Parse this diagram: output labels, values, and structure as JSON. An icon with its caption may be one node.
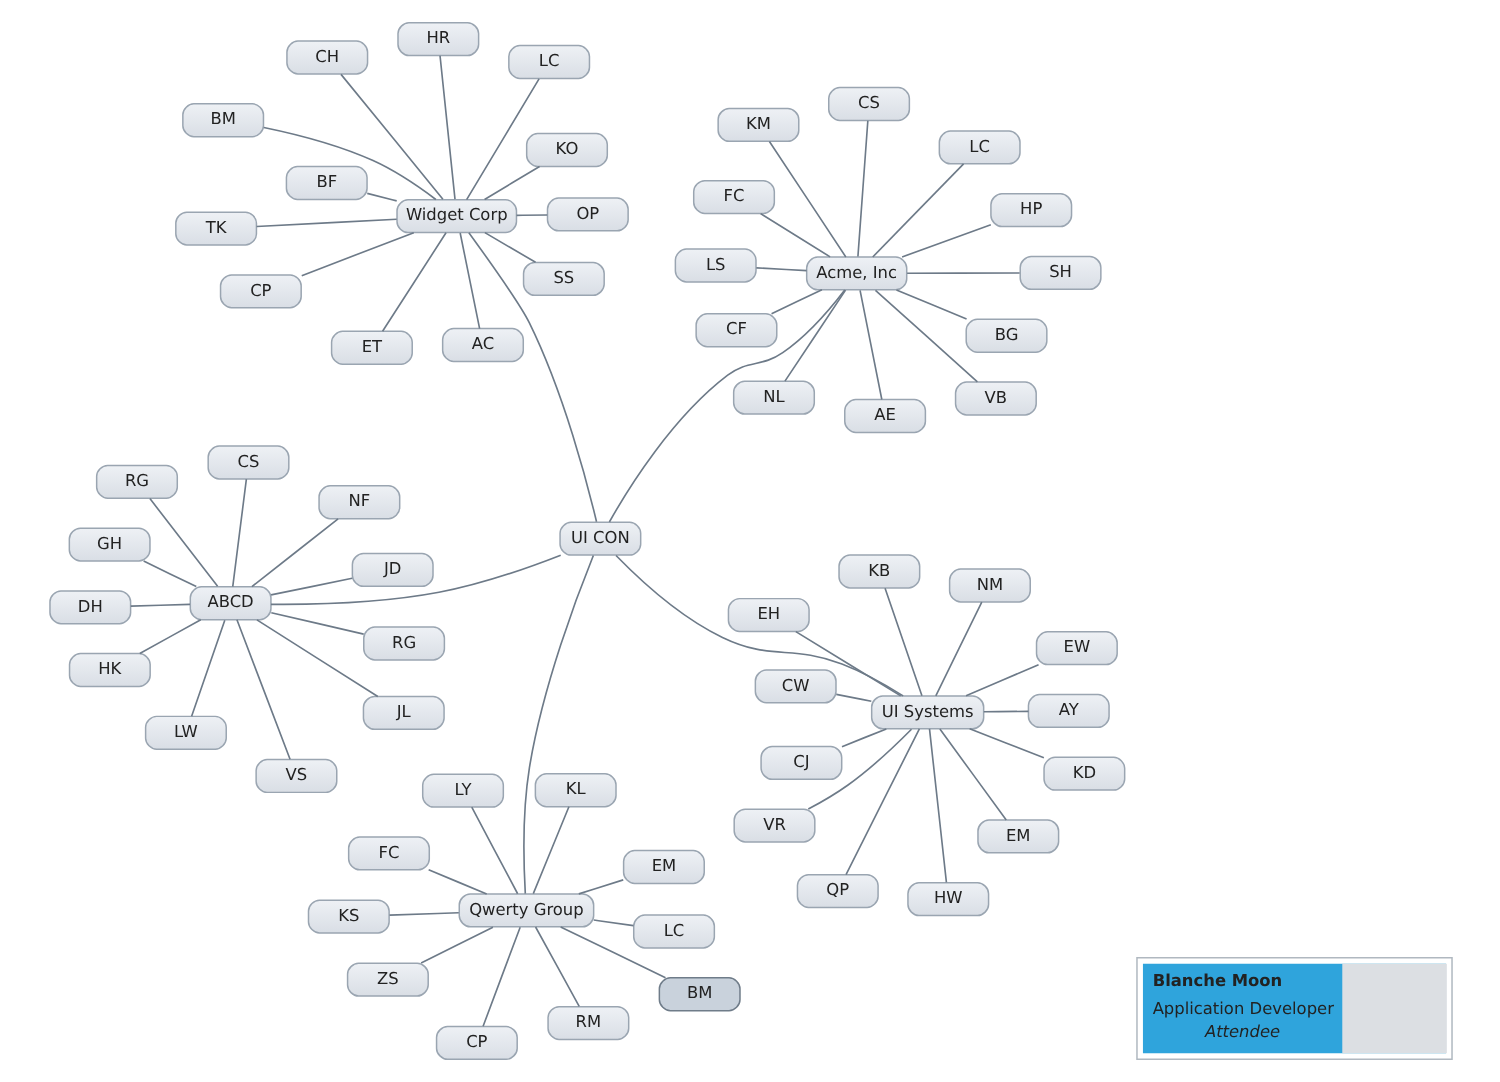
{
  "diagram": {
    "nodes": [
      {
        "text": [
          "Qwerty Group"
        ]
      },
      {
        "text": [
          "EM"
        ]
      },
      {
        "text": [
          "CP"
        ]
      },
      {
        "text": [
          "LY"
        ]
      },
      {
        "text": [
          "KL"
        ]
      },
      {
        "text": [
          "FC"
        ]
      },
      {
        "text": [
          "KS"
        ]
      },
      {
        "text": [
          "LC"
        ]
      },
      {
        "text": [
          "ZS"
        ]
      },
      {
        "text": [
          "BM"
        ]
      },
      {
        "text": [
          "RM"
        ]
      },
      {
        "text": [
          "Blanche Moon",
          "Application Developer",
          "Attendee"
        ]
      },
      {
        "text": [
          "ABCD"
        ]
      },
      {
        "text": [
          "RG"
        ]
      },
      {
        "text": [
          "JD"
        ]
      },
      {
        "text": [
          "CS"
        ]
      },
      {
        "text": [
          "VS"
        ]
      },
      {
        "text": [
          "JL"
        ]
      },
      {
        "text": [
          "RG"
        ]
      },
      {
        "text": [
          "DH"
        ]
      },
      {
        "text": [
          "GH"
        ]
      },
      {
        "text": [
          "LW"
        ]
      },
      {
        "text": [
          "HK"
        ]
      },
      {
        "text": [
          "NF"
        ]
      },
      {
        "text": [
          "UI CON"
        ]
      },
      {
        "text": [
          "UI Systems"
        ]
      },
      {
        "text": [
          "HW"
        ]
      },
      {
        "text": [
          "EW"
        ]
      },
      {
        "text": [
          "CW"
        ]
      },
      {
        "text": [
          "QP"
        ]
      },
      {
        "text": [
          "KD"
        ]
      },
      {
        "text": [
          "KB"
        ]
      },
      {
        "text": [
          "AY"
        ]
      },
      {
        "text": [
          "VR"
        ]
      },
      {
        "text": [
          "EH"
        ]
      },
      {
        "text": [
          "NM"
        ]
      },
      {
        "text": [
          "EM"
        ]
      },
      {
        "text": [
          "CJ"
        ]
      },
      {
        "text": [
          "Acme, Inc"
        ]
      },
      {
        "text": [
          "FC"
        ]
      },
      {
        "text": [
          "LS"
        ]
      },
      {
        "text": [
          "CS"
        ]
      },
      {
        "text": [
          "KM"
        ]
      },
      {
        "text": [
          "CF"
        ]
      },
      {
        "text": [
          "LC"
        ]
      },
      {
        "text": [
          "BG"
        ]
      },
      {
        "text": [
          "NL"
        ]
      },
      {
        "text": [
          "VB"
        ]
      },
      {
        "text": [
          "AE"
        ]
      },
      {
        "text": [
          "HP"
        ]
      },
      {
        "text": [
          "SH"
        ]
      },
      {
        "text": [
          "Widget Corp"
        ]
      },
      {
        "text": [
          "OP"
        ]
      },
      {
        "text": [
          "LC"
        ]
      },
      {
        "text": [
          "HR"
        ]
      },
      {
        "text": [
          "KO"
        ]
      },
      {
        "text": [
          "AC"
        ]
      },
      {
        "text": [
          "ET"
        ]
      },
      {
        "text": [
          "BM"
        ]
      },
      {
        "text": [
          "SS"
        ]
      },
      {
        "text": [
          "TK"
        ]
      },
      {
        "text": [
          "BF"
        ]
      },
      {
        "text": [
          "CH"
        ]
      },
      {
        "text": [
          "CP"
        ]
      }
    ],
    "edges": [
      {
        "from": 24,
        "to": 0,
        "arrow": "none"
      },
      {
        "from": 24,
        "to": 12,
        "arrow": "none"
      },
      {
        "from": 24,
        "to": 25,
        "arrow": "none"
      },
      {
        "from": 24,
        "to": 38,
        "arrow": "none"
      },
      {
        "from": 24,
        "to": 51,
        "arrow": "none"
      },
      {
        "from": 0,
        "to": 1,
        "arrow": "none"
      },
      {
        "from": 0,
        "to": 2,
        "arrow": "none"
      },
      {
        "from": 0,
        "to": 3,
        "arrow": "none"
      },
      {
        "from": 0,
        "to": 4,
        "arrow": "none"
      },
      {
        "from": 0,
        "to": 5,
        "arrow": "none"
      },
      {
        "from": 0,
        "to": 6,
        "arrow": "none"
      },
      {
        "from": 0,
        "to": 7,
        "arrow": "none"
      },
      {
        "from": 0,
        "to": 8,
        "arrow": "none"
      },
      {
        "from": 0,
        "to": 9,
        "arrow": "none"
      },
      {
        "from": 0,
        "to": 10,
        "arrow": "none"
      },
      {
        "from": 12,
        "to": 13,
        "arrow": "none"
      },
      {
        "from": 12,
        "to": 14,
        "arrow": "none"
      },
      {
        "from": 12,
        "to": 15,
        "arrow": "none"
      },
      {
        "from": 12,
        "to": 16,
        "arrow": "none"
      },
      {
        "from": 12,
        "to": 17,
        "arrow": "none"
      },
      {
        "from": 12,
        "to": 18,
        "arrow": "none"
      },
      {
        "from": 12,
        "to": 19,
        "arrow": "none"
      },
      {
        "from": 12,
        "to": 20,
        "arrow": "none"
      },
      {
        "from": 12,
        "to": 21,
        "arrow": "none"
      },
      {
        "from": 12,
        "to": 22,
        "arrow": "none"
      },
      {
        "from": 12,
        "to": 23,
        "arrow": "none"
      },
      {
        "from": 25,
        "to": 26,
        "arrow": "none"
      },
      {
        "from": 25,
        "to": 27,
        "arrow": "none"
      },
      {
        "from": 25,
        "to": 28,
        "arrow": "none"
      },
      {
        "from": 25,
        "to": 29,
        "arrow": "none"
      },
      {
        "from": 25,
        "to": 30,
        "arrow": "none"
      },
      {
        "from": 25,
        "to": 31,
        "arrow": "none"
      },
      {
        "from": 25,
        "to": 32,
        "arrow": "none"
      },
      {
        "from": 25,
        "to": 33,
        "arrow": "none"
      },
      {
        "from": 25,
        "to": 34,
        "arrow": "none"
      },
      {
        "from": 25,
        "to": 35,
        "arrow": "none"
      },
      {
        "from": 25,
        "to": 36,
        "arrow": "none"
      },
      {
        "from": 25,
        "to": 37,
        "arrow": "none"
      },
      {
        "from": 38,
        "to": 39,
        "arrow": "none"
      },
      {
        "from": 38,
        "to": 40,
        "arrow": "none"
      },
      {
        "from": 38,
        "to": 41,
        "arrow": "none"
      },
      {
        "from": 38,
        "to": 42,
        "arrow": "none"
      },
      {
        "from": 38,
        "to": 43,
        "arrow": "none"
      },
      {
        "from": 38,
        "to": 44,
        "arrow": "none"
      },
      {
        "from": 38,
        "to": 45,
        "arrow": "none"
      },
      {
        "from": 38,
        "to": 46,
        "arrow": "none"
      },
      {
        "from": 38,
        "to": 47,
        "arrow": "none"
      },
      {
        "from": 38,
        "to": 48,
        "arrow": "none"
      },
      {
        "from": 38,
        "to": 49,
        "arrow": "none"
      },
      {
        "from": 38,
        "to": 50,
        "arrow": "none"
      },
      {
        "from": 51,
        "to": 52,
        "arrow": "none"
      },
      {
        "from": 51,
        "to": 53,
        "arrow": "none"
      },
      {
        "from": 51,
        "to": 54,
        "arrow": "none"
      },
      {
        "from": 51,
        "to": 55,
        "arrow": "none"
      },
      {
        "from": 51,
        "to": 56,
        "arrow": "none"
      },
      {
        "from": 51,
        "to": 57,
        "arrow": "none"
      },
      {
        "from": 51,
        "to": 58,
        "arrow": "none"
      },
      {
        "from": 51,
        "to": 59,
        "arrow": "none"
      },
      {
        "from": 51,
        "to": 60,
        "arrow": "none"
      },
      {
        "from": 51,
        "to": 61,
        "arrow": "none"
      },
      {
        "from": 51,
        "to": 62,
        "arrow": "none"
      },
      {
        "from": 51,
        "to": 63,
        "arrow": "none"
      }
    ]
  }
}
